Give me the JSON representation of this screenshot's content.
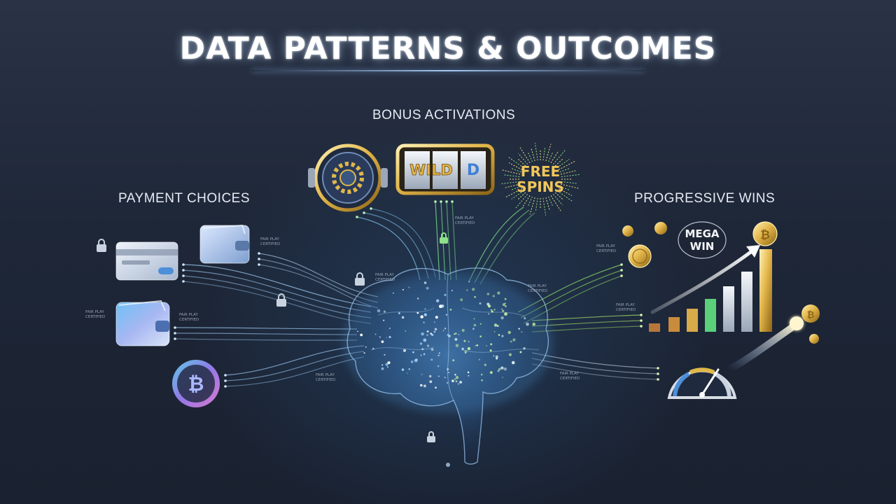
{
  "title": "DATA PATTERNS & OUTCOMES",
  "sections": {
    "bonus": "BONUS ACTIVATIONS",
    "payment": "PAYMENT CHOICES",
    "progressive": "PROGRESSIVE WINS"
  },
  "reel_text": "WILD",
  "reel_letter": "D",
  "free_spins": {
    "line1": "FREE",
    "line2": "SPINS"
  },
  "mega_win": {
    "line1": "MEGA",
    "line2": "WIN"
  },
  "bitcoin_symbol": "₿",
  "fair_play": {
    "line1": "FAIR PLAY",
    "line2": "CERTIFIED"
  },
  "icons": [
    "padlock-icon",
    "credit-card-icon",
    "wallet-icon",
    "bitcoin-icon",
    "vault-dial-icon",
    "slot-reel-icon",
    "free-spins-burst-icon",
    "gold-coin-icon",
    "bar-chart-icon",
    "speedometer-gauge-icon",
    "brain-network-icon"
  ],
  "colors": {
    "background": "#1e2738",
    "gold": "#e0b84a",
    "green": "#5bd07a",
    "blue": "#6fb8f0"
  }
}
